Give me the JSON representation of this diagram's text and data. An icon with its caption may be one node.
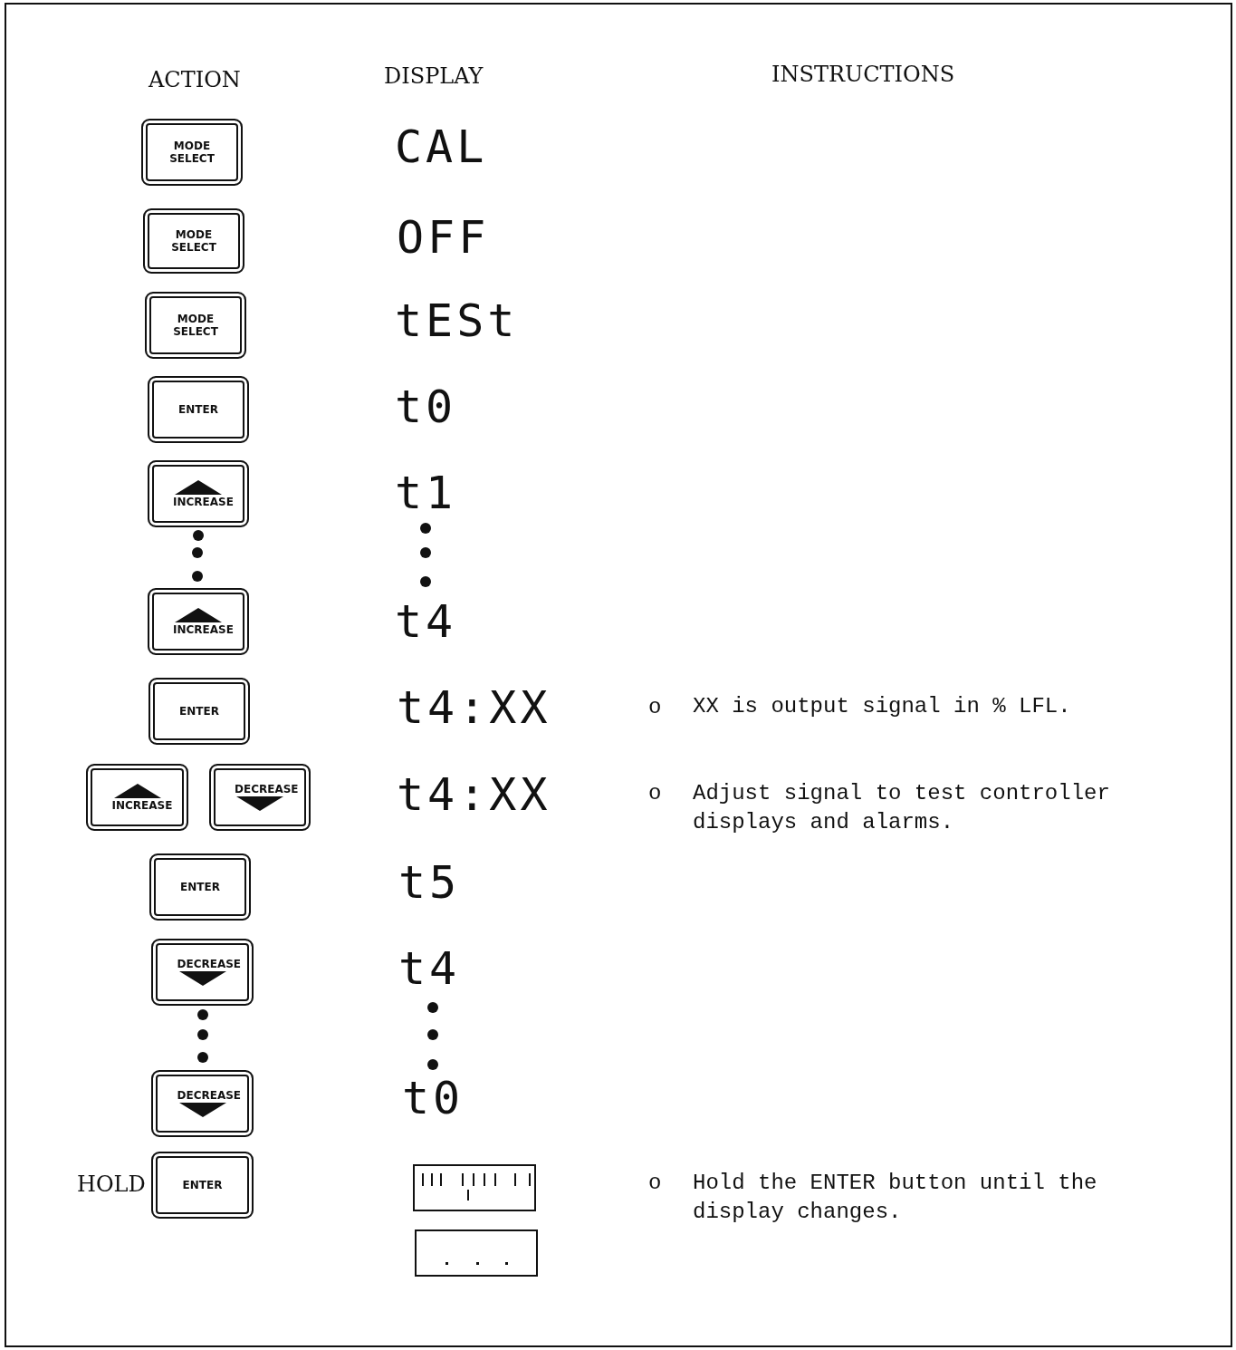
{
  "diagram": {
    "nodes": [
      {
        "text": [
          "MODE SELECT"
        ]
      },
      {
        "text": [
          "MODE SELECT"
        ]
      },
      {
        "text": [
          "MODE SELECT"
        ]
      },
      {
        "text": [
          "ENTER"
        ]
      },
      {
        "text": [
          "INCREASE"
        ]
      },
      {
        "text": [
          "INCREASE"
        ]
      },
      {
        "text": [
          "ENTER"
        ]
      },
      {
        "text": [
          "INCREASE"
        ]
      },
      {
        "text": [
          "DECREASE"
        ]
      },
      {
        "text": [
          "ENTER"
        ]
      },
      {
        "text": [
          "DECREASE"
        ]
      },
      {
        "text": [
          "DECREASE"
        ]
      },
      {
        "text": [
          "ENTER"
        ],
        "beside": [
          "HOLD"
        ]
      },
      {
        "text": [],
        "shape": "box"
      },
      {
        "text": [],
        "shape": "box"
      }
    ],
    "edges": [],
    "labels": [
      "ACTION",
      "DISPLAY",
      "INSTRUCTIONS",
      "CAL",
      "OFF",
      "tESt",
      "t0",
      "t1",
      "t4",
      "t4:XX",
      "o",
      "XX is output signal in % LFL.",
      "t4:XX",
      "o",
      "Adjust signal to test controller displays and alarms.",
      "t5",
      "t4",
      "t0",
      "o",
      "Hold the ENTER button until the display changes."
    ]
  }
}
